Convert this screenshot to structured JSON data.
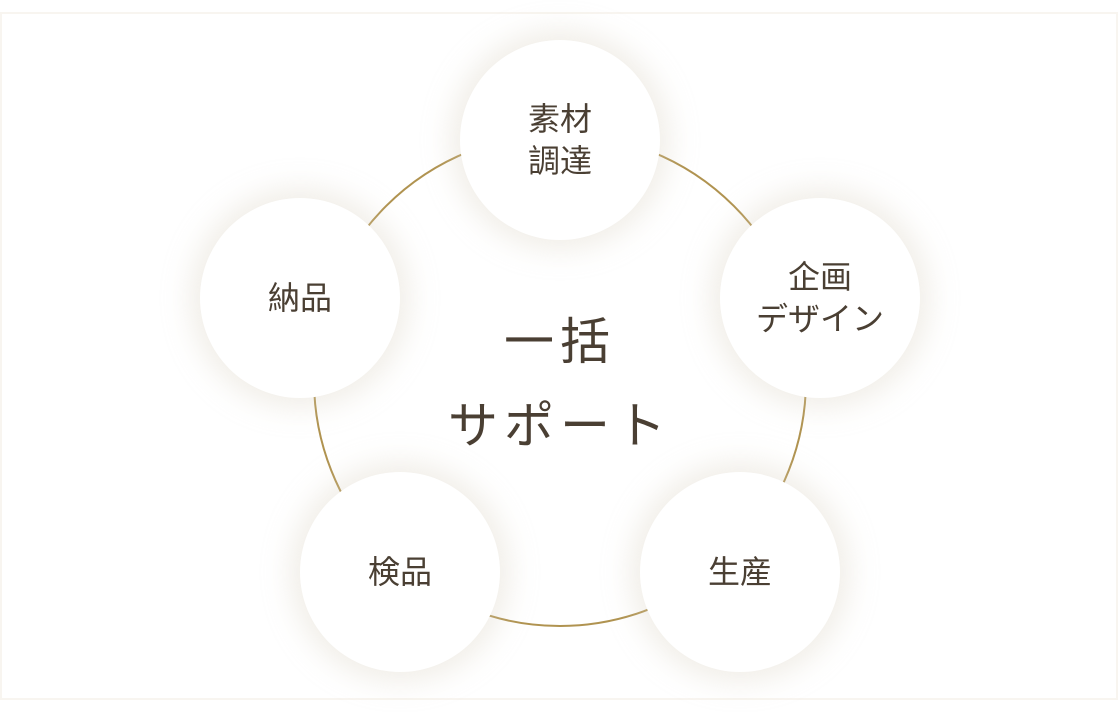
{
  "diagram": {
    "type": "cycle",
    "colors": {
      "ring": "#b09350",
      "text": "#4a3f33",
      "node_fill": "#ffffff",
      "frame_border": "#f8f5f0"
    },
    "center": {
      "line1": "一括",
      "line2": "サポート"
    },
    "nodes": [
      {
        "id": "sourcing",
        "line1": "素材",
        "line2": "調達"
      },
      {
        "id": "planning-design",
        "line1": "企画",
        "line2": "デザイン"
      },
      {
        "id": "production",
        "line1": "生産",
        "line2": ""
      },
      {
        "id": "inspection",
        "line1": "検品",
        "line2": ""
      },
      {
        "id": "delivery",
        "line1": "納品",
        "line2": ""
      }
    ]
  }
}
